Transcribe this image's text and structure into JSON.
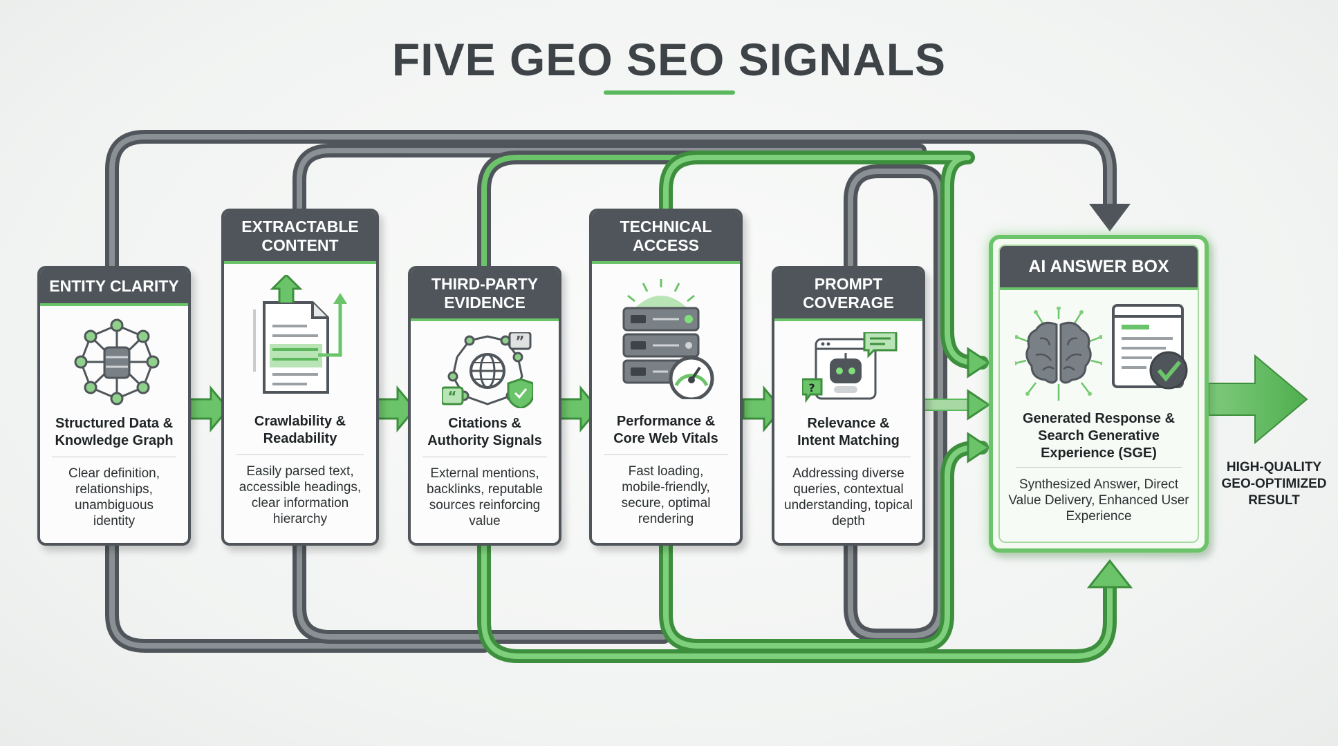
{
  "title": "FIVE GEO SEO SIGNALS",
  "colors": {
    "dark": "#4f555a",
    "green": "#6cc46a",
    "light_green": "#a8d9a4",
    "text": "#1f2326"
  },
  "signals": [
    {
      "header": "ENTITY CLARITY",
      "subtitle": "Structured Data & Knowledge Graph",
      "description": "Clear definition, relationships, unambiguous identity",
      "icon": "database-network-icon"
    },
    {
      "header": "EXTRACTABLE CONTENT",
      "subtitle": "Crawlability & Readability",
      "description": "Easily parsed text, accessible headings, clear information hierarchy",
      "icon": "document-extract-icon"
    },
    {
      "header": "THIRD-PARTY EVIDENCE",
      "subtitle": "Citations & Authority Signals",
      "description": "External mentions, backlinks, reputable sources reinforcing value",
      "icon": "globe-citation-icon"
    },
    {
      "header": "TECHNICAL ACCESS",
      "subtitle": "Performance & Core Web Vitals",
      "description": "Fast loading, mobile-friendly, secure, optimal rendering",
      "icon": "server-speed-icon"
    },
    {
      "header": "PROMPT COVERAGE",
      "subtitle": "Relevance & Intent Matching",
      "description": "Addressing diverse queries, contextual understanding, topical depth",
      "icon": "chatbot-icon"
    }
  ],
  "answer_box": {
    "header": "AI ANSWER BOX",
    "subtitle": "Generated Response & Search Generative Experience (SGE)",
    "description": "Synthesized Answer, Direct Value Delivery, Enhanced User Experience",
    "icons": [
      "brain-icon",
      "document-check-icon"
    ]
  },
  "result": "HIGH-QUALITY GEO-OPTIMIZED RESULT"
}
